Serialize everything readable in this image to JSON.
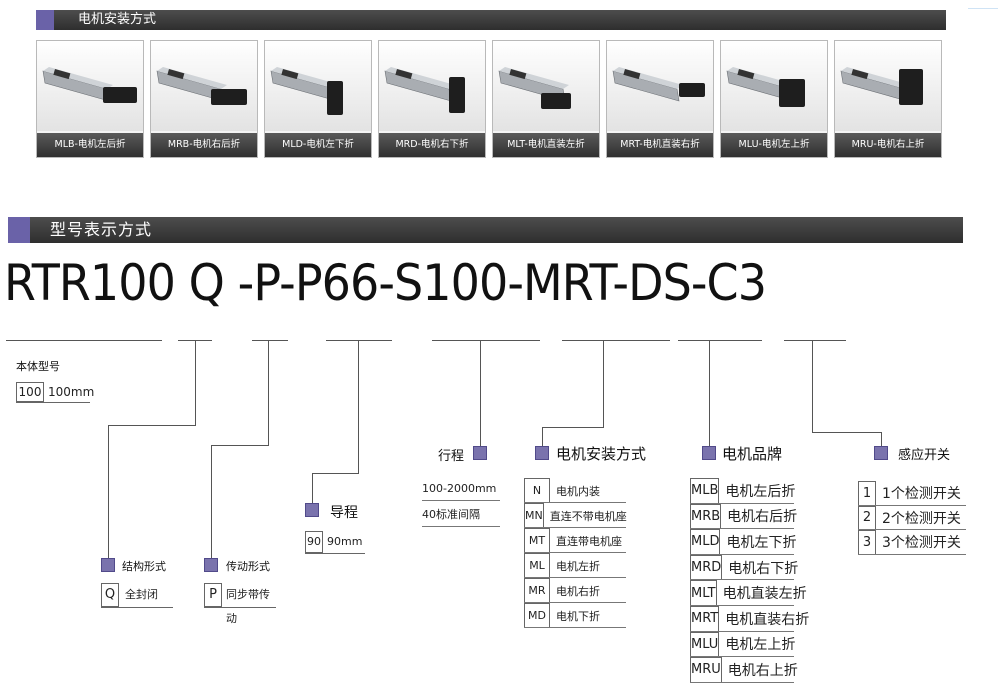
{
  "section1": {
    "title": "电机安装方式"
  },
  "section2": {
    "title": "型号表示方式"
  },
  "cards": [
    {
      "caption": "MLB-电机左后折"
    },
    {
      "caption": "MRB-电机右后折"
    },
    {
      "caption": "MLD-电机左下折"
    },
    {
      "caption": "MRD-电机右下折"
    },
    {
      "caption": "MLT-电机直装左折"
    },
    {
      "caption": "MRT-电机直装右折"
    },
    {
      "caption": "MLU-电机左上折"
    },
    {
      "caption": "MRU-电机右上折"
    }
  ],
  "model_code": "RTR100 Q -P-P66-S100-MRT-DS-C3",
  "body_model": {
    "title": "本体型号",
    "key": "100",
    "value": "100mm"
  },
  "structure": {
    "title": "结构形式",
    "key": "Q",
    "value": "全封闭"
  },
  "transmission": {
    "title": "传动形式",
    "key": "P",
    "value": "同步带传动"
  },
  "lead": {
    "title": "导程",
    "key": "90",
    "value": "90mm"
  },
  "stroke": {
    "title": "行程",
    "rows": [
      "100-2000mm",
      "40标准间隔"
    ]
  },
  "motor_mount": {
    "title": "电机安装方式",
    "rows": [
      {
        "key": "N",
        "value": "电机内装"
      },
      {
        "key": "MN",
        "value": "直连不带电机座"
      },
      {
        "key": "MT",
        "value": "直连带电机座"
      },
      {
        "key": "ML",
        "value": "电机左折"
      },
      {
        "key": "MR",
        "value": "电机右折"
      },
      {
        "key": "MD",
        "value": "电机下折"
      }
    ]
  },
  "motor_brand": {
    "title": "电机品牌",
    "rows": [
      {
        "key": "MLB",
        "value": "电机左后折"
      },
      {
        "key": "MRB",
        "value": "电机右后折"
      },
      {
        "key": "MLD",
        "value": "电机左下折"
      },
      {
        "key": "MRD",
        "value": "电机右下折"
      },
      {
        "key": "MLT",
        "value": "电机直装左折"
      },
      {
        "key": "MRT",
        "value": "电机直装右折"
      },
      {
        "key": "MLU",
        "value": "电机左上折"
      },
      {
        "key": "MRU",
        "value": "电机右上折"
      }
    ]
  },
  "sensor": {
    "title": "感应开关",
    "rows": [
      {
        "key": "1",
        "value": "1个检测开关"
      },
      {
        "key": "2",
        "value": "2个检测开关"
      },
      {
        "key": "3",
        "value": "3个检测开关"
      }
    ]
  },
  "colors": {
    "accent": "#6a62a8",
    "header_bg": "#3a3a3a",
    "marker": "#7a73ad"
  }
}
